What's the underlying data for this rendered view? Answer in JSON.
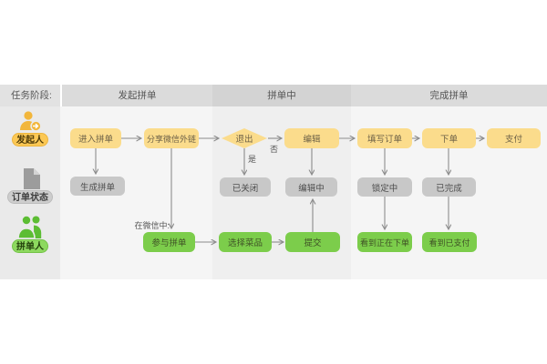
{
  "sidebar": {
    "header_label": "任务阶段:",
    "lanes": [
      {
        "label": "发起人",
        "icon": "initiator-person-icon",
        "badge_color": "#fcc854"
      },
      {
        "label": "订单状态",
        "icon": "document-icon",
        "badge_color": "#cdcdcd"
      },
      {
        "label": "拼单人",
        "icon": "people-icon",
        "badge_color": "#8dd95f"
      }
    ]
  },
  "columns": [
    {
      "label": "发起拼单"
    },
    {
      "label": "拼单中"
    },
    {
      "label": "完成拼单"
    }
  ],
  "nodes": {
    "enter": "进入拼单",
    "share": "分享微信外链",
    "quit": "退出",
    "edit": "编辑",
    "fill": "填写订单",
    "place": "下单",
    "pay": "支付",
    "generated": "生成拼单",
    "closed": "已关闭",
    "editing": "编辑中",
    "locking": "锁定中",
    "completed": "已完成",
    "join": "参与拼单",
    "choose": "选择菜品",
    "submit": "提交",
    "see_ordering": "看到正在下单",
    "see_paid": "看到已支付"
  },
  "edges": [
    {
      "from": "enter",
      "to": "share"
    },
    {
      "from": "share",
      "to": "quit"
    },
    {
      "from": "quit",
      "to": "edit",
      "label": "否"
    },
    {
      "from": "edit",
      "to": "fill"
    },
    {
      "from": "fill",
      "to": "place"
    },
    {
      "from": "place",
      "to": "pay"
    },
    {
      "from": "enter",
      "to": "generated"
    },
    {
      "from": "share",
      "to": "join",
      "label": "在微信中:"
    },
    {
      "from": "quit",
      "to": "closed",
      "label": "是"
    },
    {
      "from": "edit",
      "to": "editing"
    },
    {
      "from": "submit",
      "to": "editing"
    },
    {
      "from": "join",
      "to": "choose"
    },
    {
      "from": "choose",
      "to": "submit"
    },
    {
      "from": "fill",
      "to": "locking"
    },
    {
      "from": "locking",
      "to": "see_ordering"
    },
    {
      "from": "place",
      "to": "completed"
    },
    {
      "from": "completed",
      "to": "see_paid"
    }
  ],
  "colors": {
    "node_yellow": "#fbdc8c",
    "node_gray": "#c8c8c8",
    "node_green": "#7ccd4b",
    "arrow": "#8c8c8c",
    "header_gray": "#d3d3d3",
    "icon_gold": "#f2b63b",
    "icon_green": "#5cbd33",
    "icon_doc_gray": "#9c9c9c"
  }
}
